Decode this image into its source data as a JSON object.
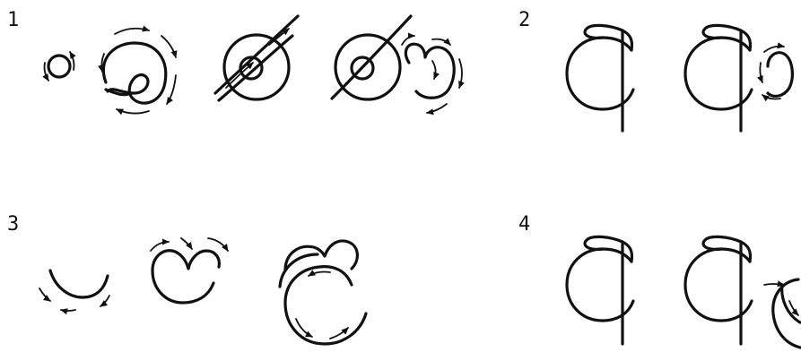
{
  "steps": [
    {
      "number": "1"
    },
    {
      "number": "2"
    },
    {
      "number": "3"
    },
    {
      "number": "4"
    }
  ],
  "colors": {
    "ink": "#111111",
    "background": "#ffffff"
  }
}
